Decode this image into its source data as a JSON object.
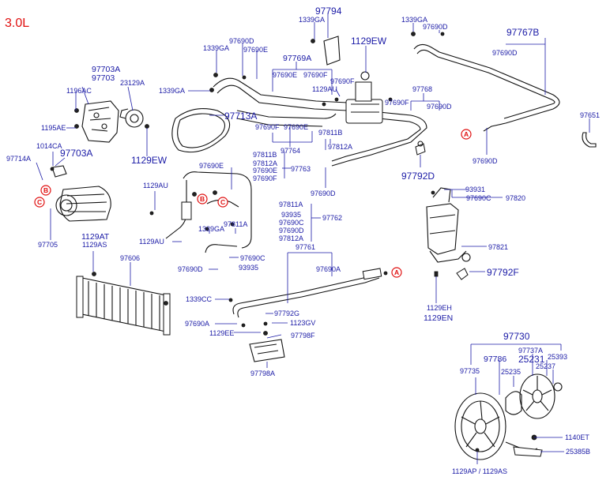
{
  "engine": "3.0L",
  "labels": {
    "p97794": "97794",
    "p1339GA_a": "1339GA",
    "p1339GA_b": "1339GA",
    "p97690D_a": "97690D",
    "p97767B": "97767B",
    "p97690D_b": "97690D",
    "p1339GA_c": "1339GA",
    "p97690D_c": "97690D",
    "p97690E_a": "97690E",
    "p1129EW_a": "1129EW",
    "p97769A": "97769A",
    "p97690E_b": "97690E",
    "p97690F_a": "97690F",
    "p1339GA_d": "1339GA",
    "p1129AU_a": "1129AU",
    "p97690F_b": "97690F",
    "p97768": "97768",
    "p97690F_c": "97690F",
    "p97690D_d": "97690D",
    "p97703A_a": "97703A",
    "p97703": "97703",
    "p23129A": "23129A",
    "p1196AC": "1196AC",
    "p1195AE": "1195AE",
    "p1129EW_b": "1129EW",
    "p97713A": "97713A",
    "p97690F_d": "97690F",
    "p97690E_c": "97690E",
    "p97811B_a": "97811B",
    "p97812A_a": "97812A",
    "p97764": "97764",
    "p97651": "97651",
    "p97690D_e": "97690D",
    "p1014CA": "1014CA",
    "p97703A_b": "97703A",
    "p97714A": "97714A",
    "p97811B_b": "97811B",
    "p97812A_b": "97812A",
    "p97690E_d": "97690E",
    "p97690F_e": "97690F",
    "p97690E_e": "97690E",
    "p97763": "97763",
    "p97792D": "97792D",
    "p1129AU_b": "1129AU",
    "p97690D_f": "97690D",
    "p93931": "93931",
    "p97690C_a": "97690C",
    "p97820": "97820",
    "p97811A_a": "97811A",
    "p93935_a": "93935",
    "p97690C_b": "97690C",
    "p97690D_g": "97690D",
    "p97762": "97762",
    "p97812A_c": "97812A",
    "p1339GA_e": "1339GA",
    "p97811A_b": "97811A",
    "p97705": "97705",
    "p1129AT": "1129AT",
    "p1129AS_a": "1129AS",
    "p1129AU_c": "1129AU",
    "p97761": "97761",
    "p97821": "97821",
    "p97606": "97606",
    "p97690C_c": "97690C",
    "p97690D_h": "97690D",
    "p93935_b": "93935",
    "p97690A_a": "97690A",
    "p97792F": "97792F",
    "p1339CC": "1339CC",
    "p97792G": "97792G",
    "p1129EH": "1129EH",
    "p1129EN": "1129EN",
    "p97690A_b": "97690A",
    "p1123GV": "1123GV",
    "p1129EE": "1129EE",
    "p97798F": "97798F",
    "p97798A": "97798A",
    "p97730": "97730",
    "p97786": "97786",
    "p97737A": "97737A",
    "p25393": "25393",
    "p25231": "25231",
    "p97735": "97735",
    "p25235": "25235",
    "p25237": "25237",
    "p1140ET": "1140ET",
    "p25385B": "25385B",
    "p1129AP_1129AS": "1129AP / 1129AS"
  },
  "refs": {
    "A": "A",
    "B": "B",
    "C": "C"
  }
}
